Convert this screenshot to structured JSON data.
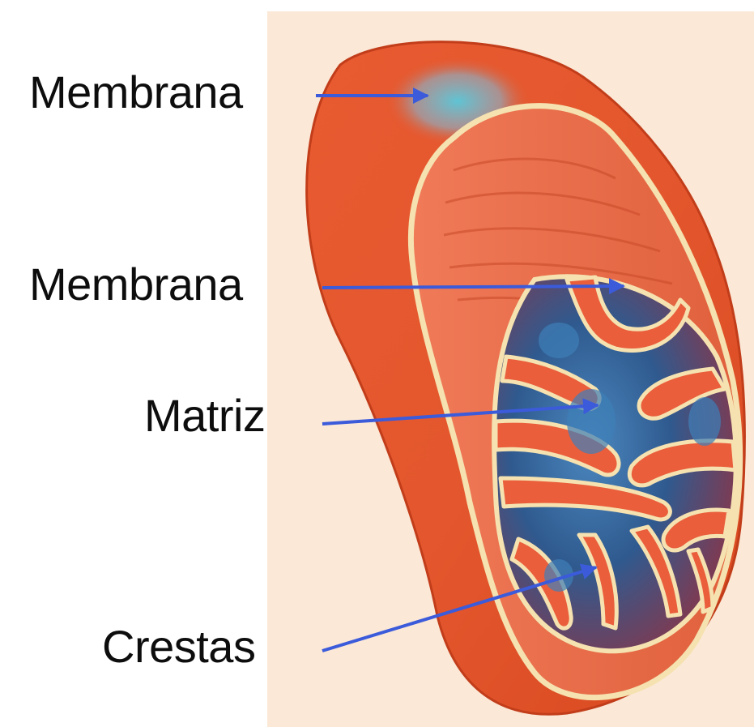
{
  "diagram": {
    "labels": [
      {
        "id": "membrana-externa",
        "text": "Membrana"
      },
      {
        "id": "membrana-interna",
        "text": "Membrana"
      },
      {
        "id": "matriz",
        "text": "Matriz"
      },
      {
        "id": "crestas",
        "text": "Crestas"
      }
    ],
    "colors": {
      "background_panel": "#fbe8d6",
      "outer_membrane": "#e4572e",
      "outer_membrane_dark": "#c9401f",
      "inner_surface": "#ef6a48",
      "membrane_edge": "#f5e2b0",
      "matrix_dark": "#2d4f86",
      "matrix_blue": "#3e7fb8",
      "highlight_cyan": "#4fc4d9",
      "arrow": "#3b5bdb"
    }
  }
}
